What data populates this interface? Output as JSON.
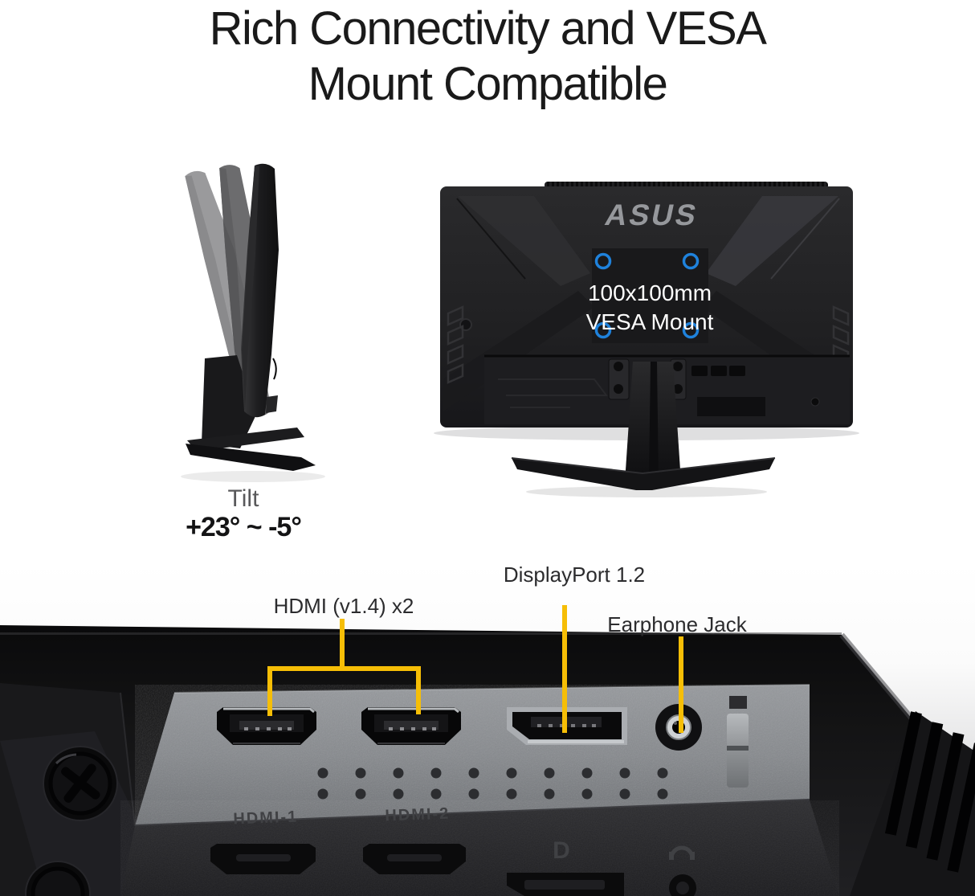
{
  "title": {
    "line1": "Rich Connectivity and VESA",
    "line2": "Mount Compatible"
  },
  "tilt": {
    "caption": "Tilt",
    "range": "+23° ~ -5°"
  },
  "back_view": {
    "brand_logo": "ASUS",
    "vesa_label_line1": "100x100mm",
    "vesa_label_line2": "VESA Mount"
  },
  "io_labels": {
    "hdmi": "HDMI (v1.4) x2",
    "displayport": "DisplayPort 1.2",
    "earphone": "Earphone Jack"
  },
  "embossed": {
    "hdmi1": "HDMI-1",
    "hdmi2": "HDMI-2",
    "dp_logo": "D"
  },
  "colors": {
    "callout_yellow": "#f6be06",
    "vesa_blue": "#1f82dc",
    "title_text": "#1a1a1a"
  }
}
